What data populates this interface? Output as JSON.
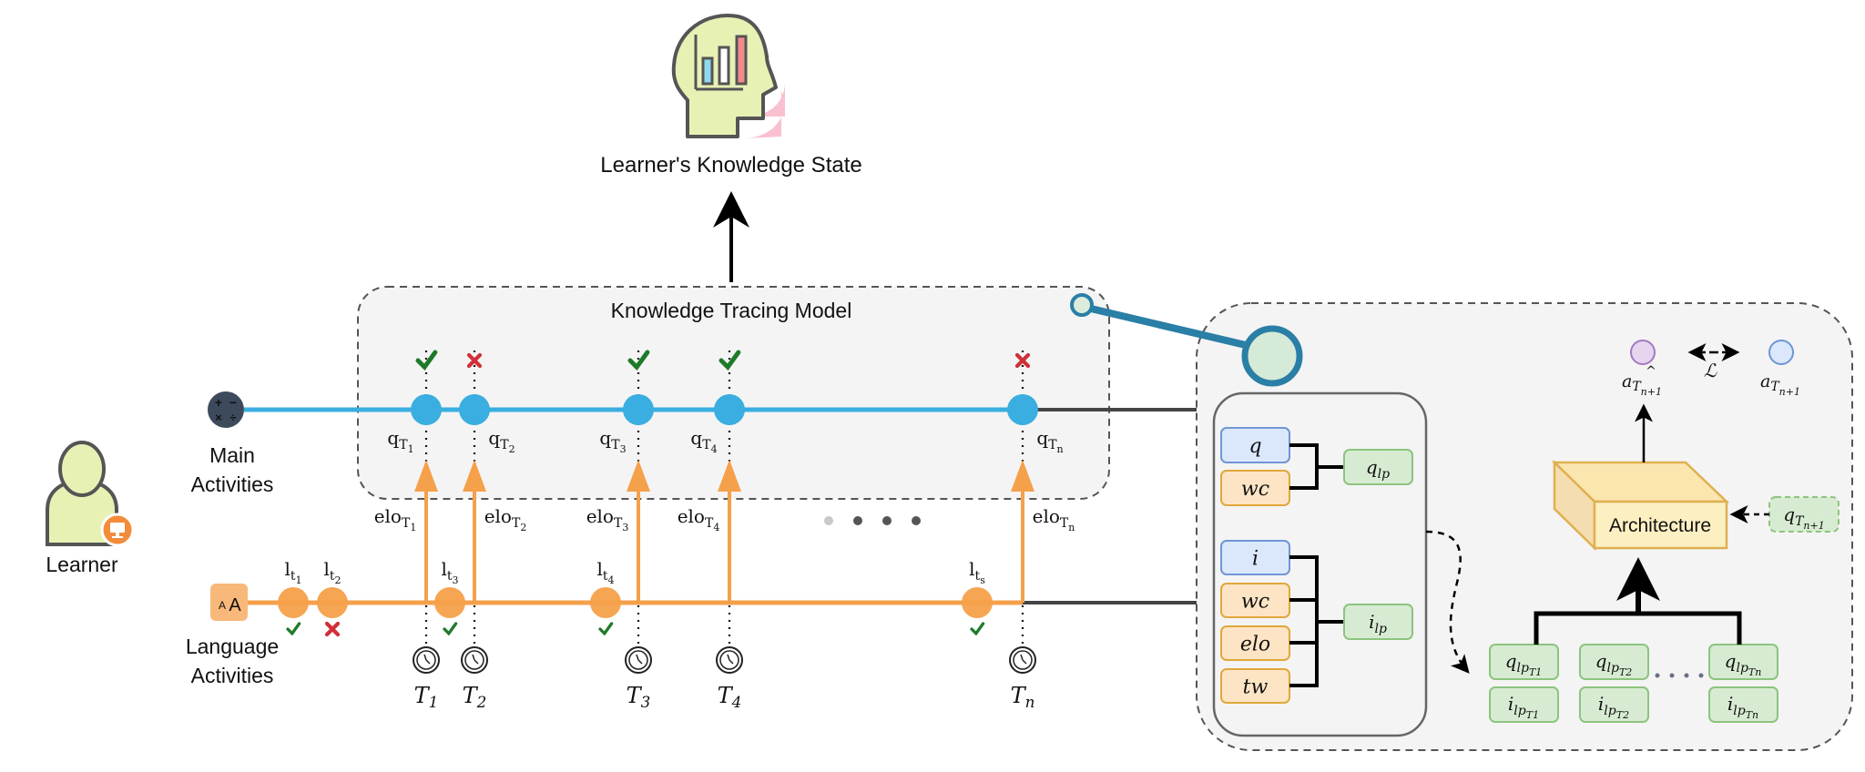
{
  "title": "Learner's Knowledge State",
  "model_title": "Knowledge Tracing Model",
  "learner": {
    "label": "Learner"
  },
  "main_activities": {
    "label_line1": "Main",
    "label_line2": "Activities",
    "icon": "calculator-icon",
    "color": "#3aaee0",
    "nodes": [
      {
        "label": "q",
        "sub": "T",
        "subsub": "1",
        "result": "correct"
      },
      {
        "label": "q",
        "sub": "T",
        "subsub": "2",
        "result": "incorrect"
      },
      {
        "label": "q",
        "sub": "T",
        "subsub": "3",
        "result": "correct"
      },
      {
        "label": "q",
        "sub": "T",
        "subsub": "4",
        "result": "correct"
      },
      {
        "label": "q",
        "sub": "T",
        "subsub": "n",
        "result": "incorrect"
      }
    ]
  },
  "language_activities": {
    "label_line1": "Language",
    "label_line2": "Activities",
    "icon_text": "AA",
    "color": "#f5a04a",
    "nodes": [
      {
        "label": "l",
        "sub": "t",
        "subsub": "1",
        "result": "correct"
      },
      {
        "label": "l",
        "sub": "t",
        "subsub": "2",
        "result": "incorrect"
      },
      {
        "label": "l",
        "sub": "t",
        "subsub": "3",
        "result": "correct"
      },
      {
        "label": "l",
        "sub": "t",
        "subsub": "4",
        "result": "correct"
      },
      {
        "label": "l",
        "sub": "t",
        "subsub": "s",
        "result": "correct"
      }
    ]
  },
  "elo_labels": [
    {
      "label": "elo",
      "sub": "T",
      "subsub": "1"
    },
    {
      "label": "elo",
      "sub": "T",
      "subsub": "2"
    },
    {
      "label": "elo",
      "sub": "T",
      "subsub": "3"
    },
    {
      "label": "elo",
      "sub": "T",
      "subsub": "4"
    },
    {
      "label": "elo",
      "sub": "T",
      "subsub": "n"
    }
  ],
  "time_labels": [
    {
      "label": "T",
      "sub": "1"
    },
    {
      "label": "T",
      "sub": "2"
    },
    {
      "label": "T",
      "sub": "3"
    },
    {
      "label": "T",
      "sub": "4"
    },
    {
      "label": "T",
      "sub": "n"
    }
  ],
  "detail_panel": {
    "question_inputs": [
      "q",
      "wc"
    ],
    "question_output": {
      "label": "q",
      "sub": "lp"
    },
    "interaction_inputs": [
      "i",
      "wc",
      "elo",
      "tw"
    ],
    "interaction_output": {
      "label": "i",
      "sub": "lp"
    },
    "sequence": [
      {
        "q": "q",
        "q_sub": "lp",
        "q_subsub": "T1",
        "i": "i",
        "i_sub": "lp",
        "i_subsub": "T1"
      },
      {
        "q": "q",
        "q_sub": "lp",
        "q_subsub": "T2",
        "i": "i",
        "i_sub": "lp",
        "i_subsub": "T2"
      },
      {
        "q": "q",
        "q_sub": "lp",
        "q_subsub": "Tn",
        "i": "i",
        "i_sub": "lp",
        "i_subsub": "Tn"
      }
    ],
    "architecture_label": "Architecture",
    "next_query": {
      "label": "q",
      "sub": "T",
      "subsub": "n+1"
    },
    "prediction": {
      "label": "a",
      "sub": "T",
      "subsub": "n+1",
      "hat": "^"
    },
    "target": {
      "label": "a",
      "sub": "T",
      "subsub": "n+1"
    },
    "loss_label": "ℒ"
  }
}
